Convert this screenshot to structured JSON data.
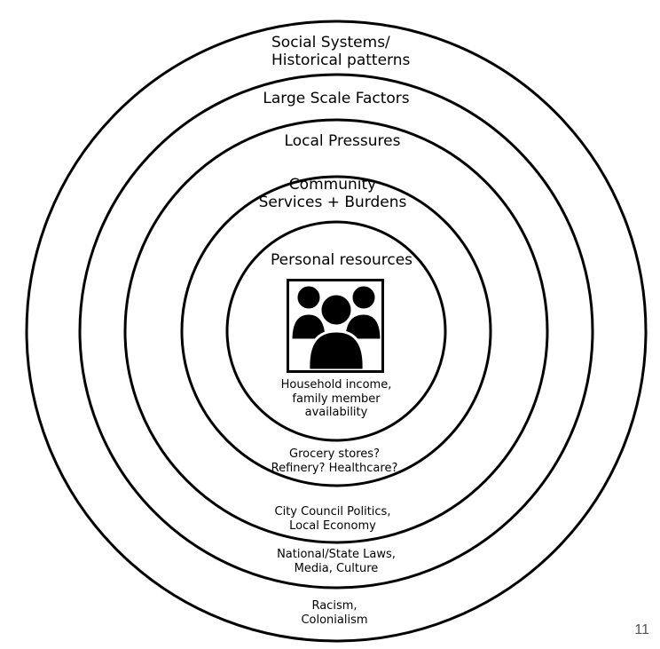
{
  "rings": [
    {
      "title_line1": "Social Systems/",
      "title_line2": "Historical patterns",
      "desc_line1": "Racism,",
      "desc_line2": "Colonialism"
    },
    {
      "title": "Large Scale Factors",
      "desc_line1": "National/State Laws,",
      "desc_line2": "Media, Culture"
    },
    {
      "title": "Local Pressures",
      "desc_line1": "City Council Politics,",
      "desc_line2": "Local Economy"
    },
    {
      "title_line1": "Community",
      "title_line2": "Services + Burdens",
      "desc_line1": "Grocery stores?",
      "desc_line2": "Refinery? Healthcare?"
    },
    {
      "title": "Personal resources",
      "desc_line1": "Household income,",
      "desc_line2": "family member",
      "desc_line3": "availability"
    }
  ],
  "center_icon": "people-group-icon",
  "page_number": "11"
}
